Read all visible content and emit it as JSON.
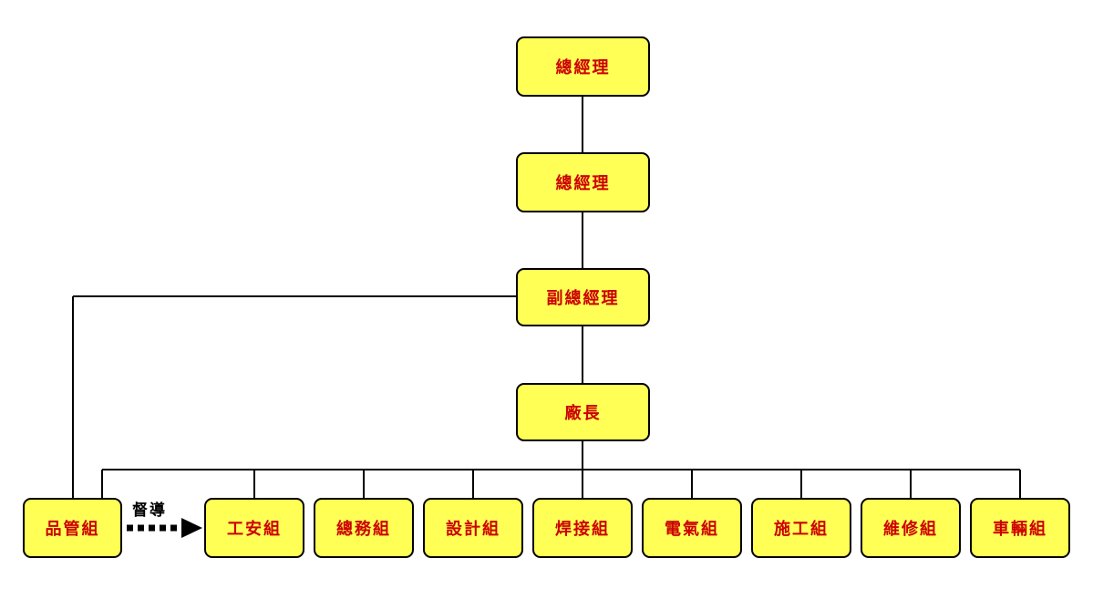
{
  "chain": [
    "總經理",
    "總經理",
    "副總經理",
    "廠長"
  ],
  "qc": "品管組",
  "groups": [
    "工安組",
    "總務組",
    "設計組",
    "焊接組",
    "電氣組",
    "施工組",
    "維修組",
    "車輛組"
  ],
  "supervise_label": "督導",
  "colors": {
    "box_fill": "#ffff55",
    "box_text": "#cc0000",
    "line": "#000000"
  }
}
